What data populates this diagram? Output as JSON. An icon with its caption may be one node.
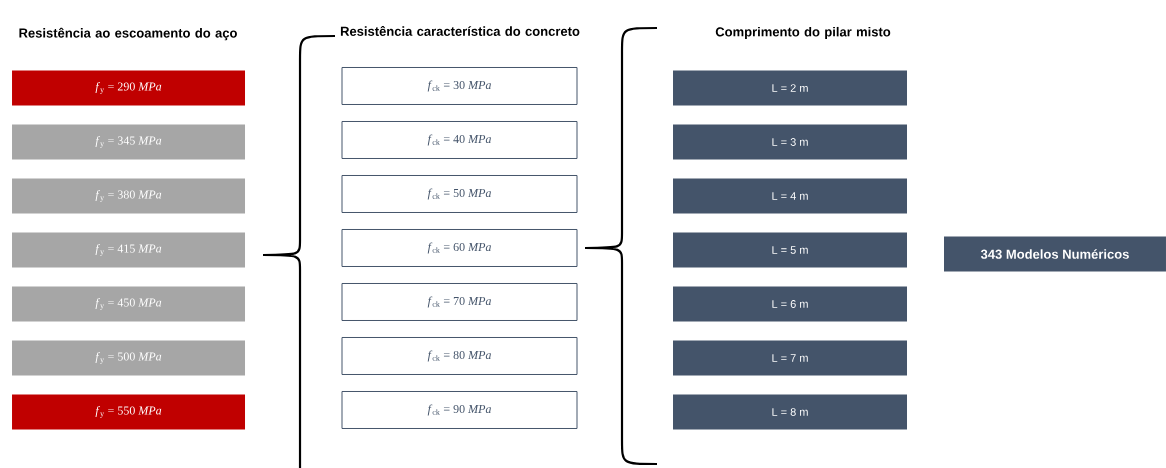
{
  "diagram": {
    "nodes": [
      {
        "text": [
          "*f*$_{y}$ =  290 *MPa*"
        ]
      },
      {
        "text": [
          "*f*$_{y}$ = 345 *MPa*"
        ]
      },
      {
        "text": [
          "*f*$_{y}$ = 380 *MPa*"
        ]
      },
      {
        "text": [
          "*f*$_{y}$ = 415 *MPa*"
        ]
      },
      {
        "text": [
          "*f*$_{y}$ = 450 *MPa*"
        ]
      },
      {
        "text": [
          "*f*$_{y}$ = 500 *MPa*"
        ]
      },
      {
        "text": [
          "*f*$_{y}$ = 550 *MPa*"
        ]
      },
      {
        "text": [
          "*f*$_{ck}$ = 30 *MPa*"
        ]
      },
      {
        "text": [
          "*f*$_{ck}$ = 40 *MPa*"
        ]
      },
      {
        "text": [
          "*f*$_{ck}$ = 50 *MPa*"
        ]
      },
      {
        "text": [
          "*f*$_{ck}$ = 60 *MPa*"
        ]
      },
      {
        "text": [
          "*f*$_{ck}$ = 70 *MPa*"
        ]
      },
      {
        "text": [
          "*f*$_{ck}$ = 80 *MPa*"
        ]
      },
      {
        "text": [
          "*f*$_{ck}$ = 90 *MPa*"
        ]
      },
      {
        "text": [
          "L = 2 m"
        ]
      },
      {
        "text": [
          "L = 3 m"
        ]
      },
      {
        "text": [
          "L = 4 m"
        ]
      },
      {
        "text": [
          "L = 5 m"
        ]
      },
      {
        "text": [
          "L = 6 m"
        ]
      },
      {
        "text": [
          "L = 7 m"
        ]
      },
      {
        "text": [
          "L = 8 m"
        ]
      },
      {
        "text": [
          "343 Modelos Numéricos"
        ]
      }
    ],
    "labels": [
      "Resistência ao escoamento do aço",
      "Resistência característica do concreto",
      "Comprimento do pilar misto"
    ]
  }
}
